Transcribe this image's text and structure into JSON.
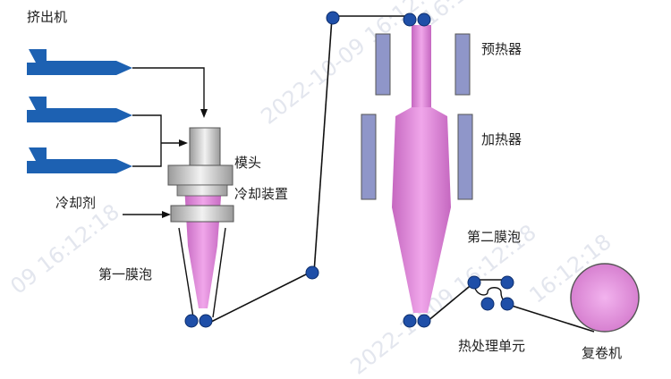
{
  "labels": {
    "extruder": "挤出机",
    "die": "模头",
    "coolant": "冷却剂",
    "cooling_device": "冷却装置",
    "first_bubble": "第一膜泡",
    "preheater": "预热器",
    "heater": "加热器",
    "second_bubble": "第二膜泡",
    "heat_treatment": "热处理单元",
    "winder": "复卷机"
  },
  "watermarks": [
    "2022-10-09 16:12:18",
    "09 16:12:18",
    "2022-10-09 16:12:18",
    "16:12:18",
    "16:12:18"
  ],
  "colors": {
    "bubble": "#d97fd2",
    "bubble_light": "#ee9ee7",
    "extruder": "#1d61b2",
    "roller": "#1f4fa8",
    "heater": "#8f96c9",
    "die": "#cfcfcf",
    "line": "#111111"
  }
}
